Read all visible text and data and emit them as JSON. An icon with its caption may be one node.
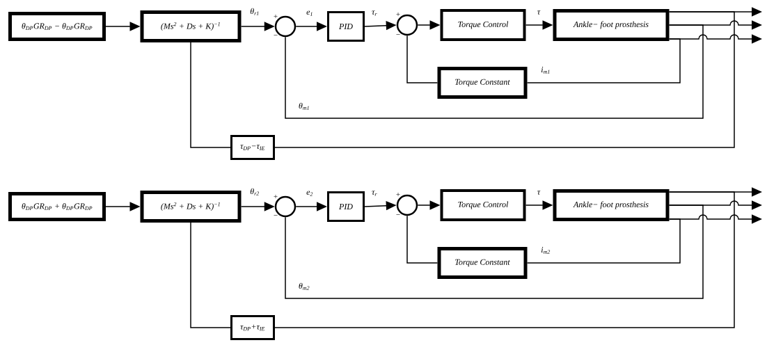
{
  "diagram": {
    "nodes": [
      {
        "text": [
          "θ$_{DP}$GR$_{DP}$ − θ$_{DP}$GR$_{DP}$"
        ]
      },
      {
        "text": [
          "(Ms$^{2}$ + Ds + K)$^{−1}$"
        ]
      },
      {
        "text": [],
        "shape": "circle"
      },
      {
        "text": [
          "PID"
        ]
      },
      {
        "text": [],
        "shape": "circle"
      },
      {
        "text": [
          "Torque Control"
        ]
      },
      {
        "text": [
          "Ankle− foot prosthesis"
        ]
      },
      {
        "text": [
          "Torque Constant"
        ]
      },
      {
        "text": [
          "τ$_{DP}$−τ$_{IE}$"
        ]
      },
      {
        "text": [
          "θ$_{DP}$GR$_{DP}$ + θ$_{DP}$GR$_{DP}$"
        ]
      },
      {
        "text": [
          "(Ms$^{2}$ + Ds + K)$^{−1}$"
        ]
      },
      {
        "text": [],
        "shape": "circle"
      },
      {
        "text": [
          "PID"
        ]
      },
      {
        "text": [],
        "shape": "circle"
      },
      {
        "text": [
          "Torque Control"
        ]
      },
      {
        "text": [
          "Ankle− foot prosthesis"
        ]
      },
      {
        "text": [
          "Torque Constant"
        ]
      },
      {
        "text": [
          "τ$_{DP}$+τ$_{IE}$"
        ]
      }
    ],
    "edges": [
      {
        "from": 0,
        "to": 1,
        "arrow": "to"
      },
      {
        "from": 1,
        "to": 2,
        "arrow": "to",
        "label": "θ$_{r1}$"
      },
      {
        "from": 2,
        "to": 3,
        "arrow": "to",
        "label": "e$_{1}$"
      },
      {
        "from": 3,
        "to": 4,
        "arrow": "to",
        "label": "τ$_{r}$"
      },
      {
        "from": 4,
        "to": 5,
        "arrow": "to"
      },
      {
        "from": 5,
        "to": 6,
        "arrow": "to",
        "label": "τ"
      },
      {
        "from": 6,
        "to": null,
        "arrow": "to"
      },
      {
        "from": 6,
        "to": null,
        "arrow": "to"
      },
      {
        "from": 6,
        "to": null,
        "arrow": "to"
      },
      {
        "from": 6,
        "to": 7,
        "arrow": "none",
        "label": "i$_{m1}$"
      },
      {
        "from": 7,
        "to": 4,
        "arrow": "none"
      },
      {
        "from": 6,
        "to": 2,
        "arrow": "none",
        "label": "θ$_{m1}$"
      },
      {
        "from": 1,
        "to": 8,
        "arrow": "none"
      },
      {
        "from": 8,
        "to": 6,
        "arrow": "none"
      },
      {
        "from": 9,
        "to": 10,
        "arrow": "to"
      },
      {
        "from": 10,
        "to": 11,
        "arrow": "to",
        "label": "θ$_{r2}$"
      },
      {
        "from": 11,
        "to": 12,
        "arrow": "to",
        "label": "e$_{2}$"
      },
      {
        "from": 12,
        "to": 13,
        "arrow": "to",
        "label": "τ$_{r}$"
      },
      {
        "from": 13,
        "to": 14,
        "arrow": "to"
      },
      {
        "from": 14,
        "to": 15,
        "arrow": "to",
        "label": "τ"
      },
      {
        "from": 15,
        "to": null,
        "arrow": "to"
      },
      {
        "from": 15,
        "to": null,
        "arrow": "to"
      },
      {
        "from": 15,
        "to": null,
        "arrow": "to"
      },
      {
        "from": 15,
        "to": 16,
        "arrow": "none",
        "label": "i$_{m2}$"
      },
      {
        "from": 16,
        "to": 13,
        "arrow": "none"
      },
      {
        "from": 15,
        "to": 11,
        "arrow": "none",
        "label": "θ$_{m2}$"
      },
      {
        "from": 10,
        "to": 17,
        "arrow": "none"
      },
      {
        "from": 17,
        "to": 15,
        "arrow": "none"
      }
    ],
    "labels": [
      "+",
      "−",
      "+",
      "−",
      "+",
      "−",
      "+",
      "−"
    ]
  }
}
